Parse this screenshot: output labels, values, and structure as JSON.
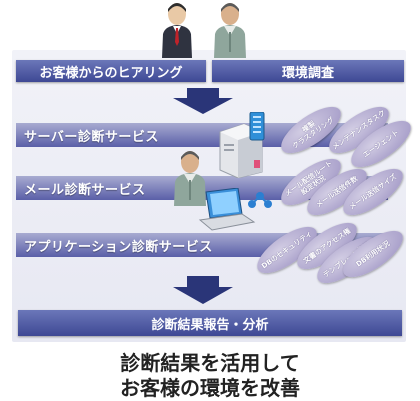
{
  "headers": {
    "hearing": "お客様からのヒアリング",
    "survey": "環境調査"
  },
  "services": {
    "server": "サーバー診断サービス",
    "mail": "メール診断サービス",
    "application": "アプリケーション診断サービス"
  },
  "tags": {
    "clustering": "複製\nクラスタリング",
    "maintenance": "メンテナンスタスク",
    "agent": "エージェント",
    "mail_route": "メール配信ルート\n設定状況",
    "mail_count": "メール送信件数",
    "mail_size": "メール送信サイズ",
    "db_security": "DBのセキュリティ",
    "doc_access": "文書のアクセス権",
    "template": "テンプレート状況",
    "db_usage": "DB利用状況"
  },
  "result": "診断結果報告・分析",
  "caption": {
    "line1": "診断結果を活用して",
    "line2": "お客様の環境を改善"
  },
  "colors": {
    "header_blue": "#4a55a0",
    "band_purple": "#7c80b8",
    "tag_purple": "#aaa2cc",
    "arrow_navy": "#2a3578"
  }
}
